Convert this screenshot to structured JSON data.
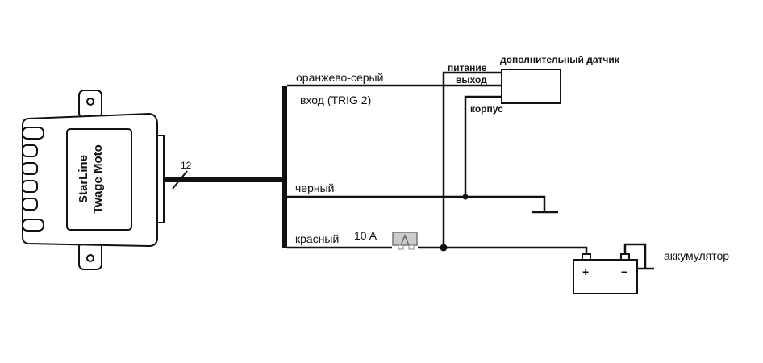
{
  "module": {
    "brand": "StarLine",
    "model": "Twage Moto"
  },
  "harness": {
    "wire_count": "12"
  },
  "wires": {
    "orange_gray": "оранжево-серый",
    "input": "вход (TRIG 2)",
    "black": "черный",
    "red": "красный",
    "fuse": "10 A"
  },
  "sensor": {
    "title": "дополнительный датчик",
    "power": "питание",
    "output": "выход",
    "ground": "корпус"
  },
  "battery": {
    "label": "аккумулятор",
    "plus": "+",
    "minus": "−"
  }
}
